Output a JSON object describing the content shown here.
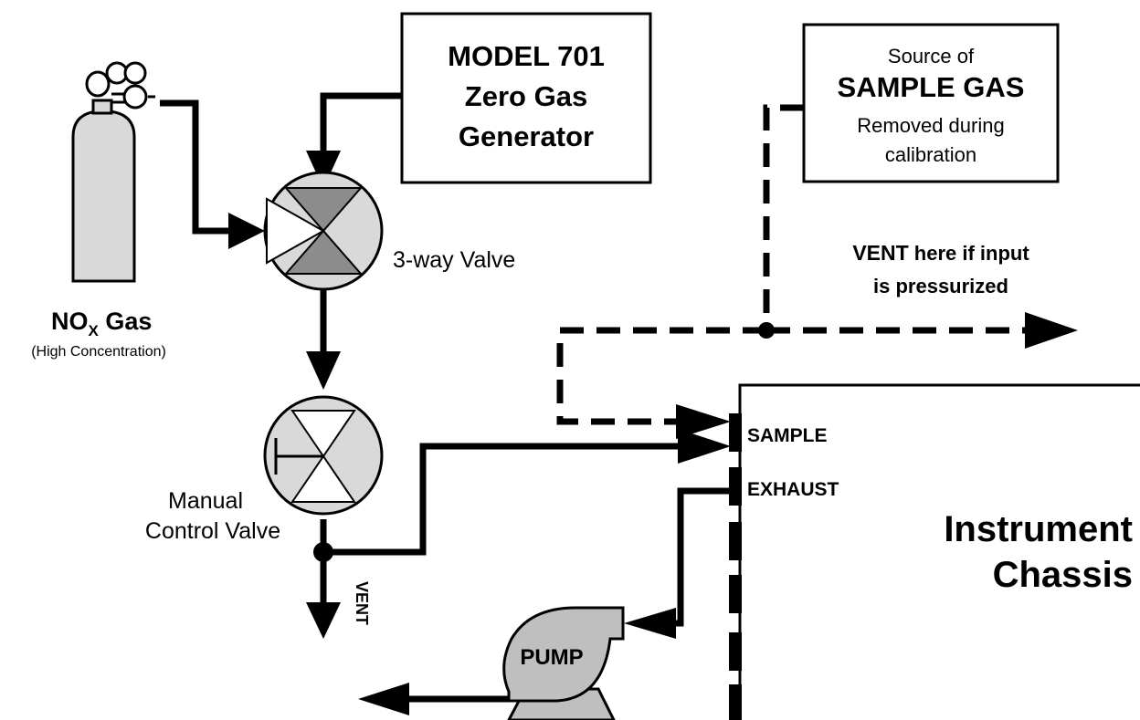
{
  "model701": {
    "line1": "MODEL 701",
    "line2": "Zero Gas",
    "line3": "Generator"
  },
  "sample_source": {
    "line1": "Source of",
    "line2": "SAMPLE GAS",
    "line3": "Removed during",
    "line4": "calibration"
  },
  "vent_note": {
    "line1_bold": "VENT",
    "line1_rest": " here if input",
    "line2": "is pressurized"
  },
  "three_way_valve": {
    "label": "3-way Valve"
  },
  "manual_valve": {
    "line1": "Manual",
    "line2": "Control Valve"
  },
  "nox_gas": {
    "main": "NO",
    "sub": "X",
    "rest": " Gas",
    "note": "(High Concentration)"
  },
  "vent_down": {
    "label": "VENT"
  },
  "pump": {
    "label": "PUMP"
  },
  "ports": {
    "sample": "SAMPLE",
    "exhaust": "EXHAUST"
  },
  "instrument": {
    "line1": "Instrument",
    "line2": "Chassis"
  },
  "colors": {
    "line": "#000000",
    "valve_fill": "#d9d9d9",
    "valve_triangle": "#8c8c8c",
    "pump_fill": "#bfbfbf"
  }
}
